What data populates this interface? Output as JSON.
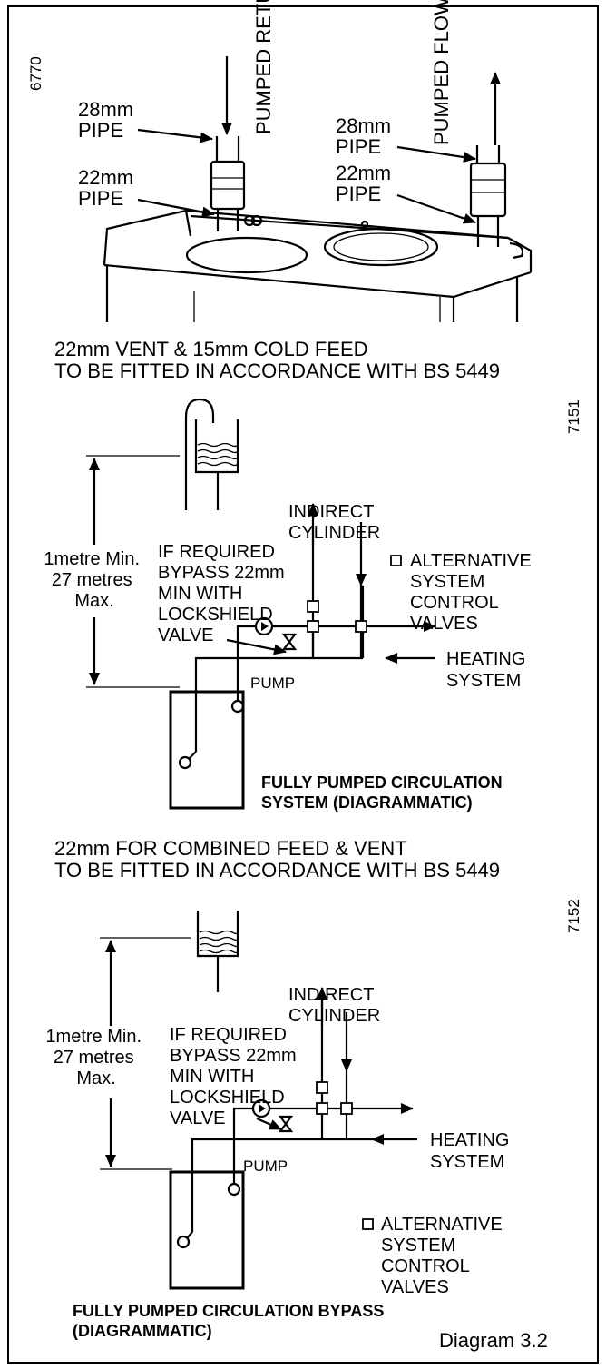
{
  "ref_top": "6770",
  "boiler": {
    "pumped_return": "PUMPED RETURN",
    "pumped_flow": "PUMPED FLOW",
    "left_28mm": [
      "28mm",
      "PIPE"
    ],
    "left_22mm": [
      "22mm",
      "PIPE"
    ],
    "right_28mm": [
      "28mm",
      "PIPE"
    ],
    "right_22mm": [
      "22mm",
      "PIPE"
    ]
  },
  "diagram1": {
    "ref": "7151",
    "heading": [
      "22mm VENT & 15mm COLD FEED",
      "TO BE FITTED IN ACCORDANCE WITH BS 5449"
    ],
    "height_label": [
      "1metre Min.",
      "27 metres",
      "Max."
    ],
    "bypass_label": [
      "IF REQUIRED",
      "BYPASS 22mm",
      "MIN WITH",
      "LOCKSHIELD",
      "VALVE"
    ],
    "cylinder_label": [
      "INDIRECT",
      "CYLINDER"
    ],
    "control_label": [
      "ALTERNATIVE",
      "SYSTEM",
      "CONTROL",
      "VALVES"
    ],
    "heating_label": [
      "HEATING",
      "SYSTEM"
    ],
    "pump_label": "PUMP",
    "caption": [
      "FULLY PUMPED CIRCULATION",
      "SYSTEM (DIAGRAMMATIC)"
    ]
  },
  "diagram2": {
    "ref": "7152",
    "heading": [
      "22mm FOR COMBINED FEED & VENT",
      "TO BE FITTED IN ACCORDANCE WITH BS 5449"
    ],
    "height_label": [
      "1metre Min.",
      "27 metres",
      "Max."
    ],
    "bypass_label": [
      "IF REQUIRED",
      "BYPASS 22mm",
      "MIN WITH",
      "LOCKSHIELD",
      "VALVE"
    ],
    "cylinder_label": [
      "INDIRECT",
      "CYLINDER"
    ],
    "control_label": [
      "ALTERNATIVE",
      "SYSTEM",
      "CONTROL",
      "VALVES"
    ],
    "heating_label": [
      "HEATING",
      "SYSTEM"
    ],
    "pump_label": "PUMP",
    "caption": [
      "FULLY PUMPED CIRCULATION BYPASS",
      "(DIAGRAMMATIC)"
    ]
  },
  "diagram_label": "Diagram 3.2"
}
